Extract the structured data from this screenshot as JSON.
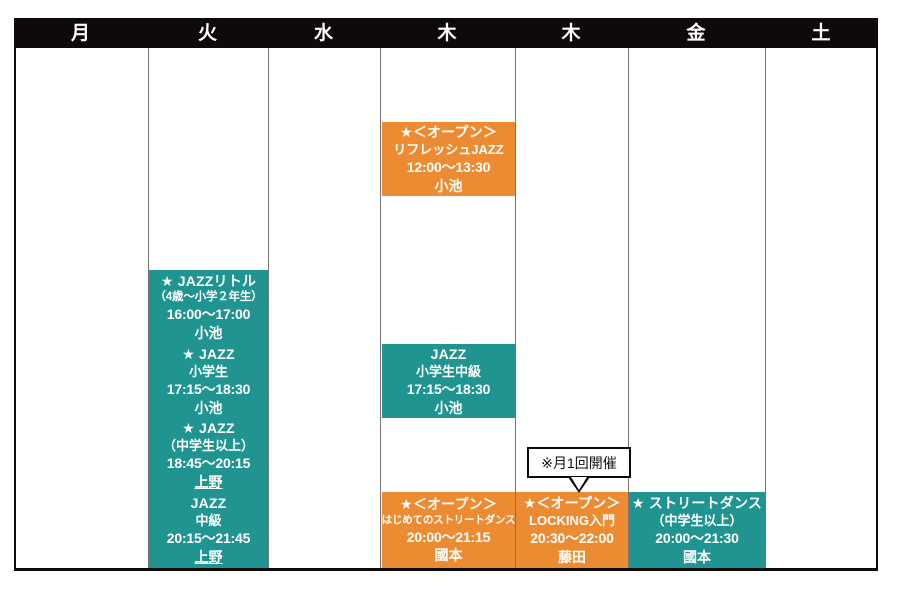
{
  "header": {
    "days": [
      {
        "label": "月"
      },
      {
        "label": "火"
      },
      {
        "label": "水"
      },
      {
        "label": "木"
      },
      {
        "label": "木"
      },
      {
        "label": "金"
      },
      {
        "label": "土"
      }
    ]
  },
  "colors": {
    "teal": "#1f9490",
    "orange": "#ed8b33",
    "header_black": "#0d0a09",
    "grid_line": "#7a7570",
    "text_on_block": "#ffffff"
  },
  "blocks": [
    {
      "id": "thu-refresh-jazz",
      "day": "木",
      "color": "orange",
      "title": "★＜オープン＞",
      "subtitle": "リフレッシュJAZZ",
      "time": "12:00〜13:30",
      "teacher": "小池"
    },
    {
      "id": "tue-jazz-little",
      "day": "火",
      "color": "teal",
      "title": "★ JAZZリトル",
      "subtitle": "（4歳〜小学２年生）",
      "time": "16:00〜17:00",
      "teacher": "小池"
    },
    {
      "id": "tue-jazz-shougakusei",
      "day": "火",
      "color": "teal",
      "title": "★ JAZZ",
      "subtitle": "小学生",
      "time": "17:15〜18:30",
      "teacher": "小池"
    },
    {
      "id": "tue-jazz-chuugakusei",
      "day": "火",
      "color": "teal",
      "title": "★ JAZZ",
      "subtitle": "（中学生以上）",
      "time": "18:45〜20:15",
      "teacher": "上野"
    },
    {
      "id": "tue-jazz-chukyu",
      "day": "火",
      "color": "teal",
      "title": "JAZZ",
      "subtitle": "中級",
      "time": "20:15〜21:45",
      "teacher": "上野"
    },
    {
      "id": "thu-jazz-shougaku-chukyu",
      "day": "木",
      "color": "teal",
      "title": "JAZZ",
      "subtitle": "小学生中級",
      "time": "17:15〜18:30",
      "teacher": "小池"
    },
    {
      "id": "thu-hajimete-street",
      "day": "木",
      "color": "orange",
      "title": "★＜オープン＞",
      "subtitle": "はじめてのストリートダンス",
      "time": "20:00〜21:15",
      "teacher": "國本"
    },
    {
      "id": "thu2-locking",
      "day": "木",
      "color": "orange",
      "title": "★＜オープン＞",
      "subtitle": "LOCKING入門",
      "time": "20:30〜22:00",
      "teacher": "藤田"
    },
    {
      "id": "fri-street-dance",
      "day": "金",
      "color": "teal",
      "title": "★ ストリートダンス",
      "subtitle": "（中学生以上）",
      "time": "20:00〜21:30",
      "teacher": "國本"
    }
  ],
  "callout": {
    "text": "※月1回開催"
  }
}
